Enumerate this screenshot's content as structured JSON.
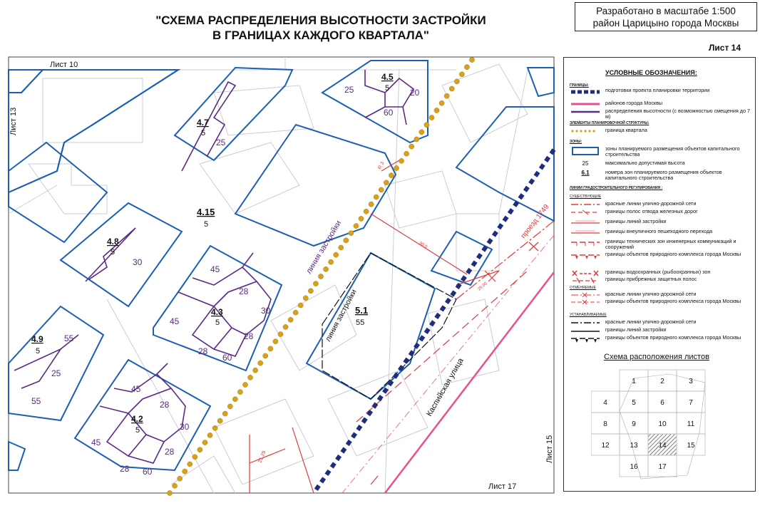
{
  "header": {
    "title_line1": "\"СХЕМА РАСПРЕДЕЛЕНИЯ ВЫСОТНОСТИ ЗАСТРОЙКИ",
    "title_line2": "В ГРАНИЦАХ КАЖДОГО КВАРТАЛА\"",
    "stamp_line1": "Разработано в масштабе 1:500",
    "stamp_line2": "район Царицыно города Москвы",
    "sheet": "Лист 14"
  },
  "map": {
    "adjacent_sheets": {
      "top": "Лист 10",
      "left": "Лист 13",
      "right": "Лист 15",
      "bottom": "Лист 17"
    },
    "blocks": [
      {
        "id": "4.5",
        "code": "5",
        "heights": [
          "25",
          "20",
          "60"
        ]
      },
      {
        "id": "4.7",
        "code": "5",
        "heights": [
          "25"
        ]
      },
      {
        "id": "4.15",
        "code": "5",
        "heights": []
      },
      {
        "id": "4.8",
        "code": "5",
        "heights": [
          "30"
        ]
      },
      {
        "id": "4.3",
        "code": "5",
        "heights": [
          "45",
          "28",
          "30",
          "45",
          "28",
          "28",
          "60"
        ]
      },
      {
        "id": "4.9",
        "code": "5",
        "heights": [
          "55",
          "25",
          "55"
        ]
      },
      {
        "id": "4.2",
        "code": "5",
        "heights": [
          "45",
          "28",
          "30",
          "45",
          "28",
          "28",
          "60"
        ]
      },
      {
        "id": "5.1",
        "code": "55",
        "heights": []
      }
    ],
    "line_labels": {
      "zastroyka_1": "линия застройки",
      "zastroyka_2": "линия застройки",
      "street": "Каспийская улица",
      "proezd": "проезд 1749",
      "dim_90": "90,0",
      "dim_r": "R 3",
      "dim_small": "25,00",
      "dim_bottom": "21,29"
    }
  },
  "legend": {
    "title": "УСЛОВНЫЕ ОБОЗНАЧЕНИЯ:",
    "sections": {
      "borders": "ГРАНИЦЫ:",
      "elements": "ЭЛЕМЕНТЫ ПЛАНИРОВОЧНОЙ СТРУКТУРЫ:",
      "zones": "ЗОНЫ:",
      "lines": "ЛИНИИ ГРАДОСТРОИТЕЛЬНОГО РЕГУЛИРОВАНИЯ :",
      "existing": "СУЩЕСТВУЮЩИЕ",
      "cancelled": "ОТМЕНЯЕМЫЕ",
      "established": "УСТАНАВЛИВАЕМЫЕ"
    },
    "items": {
      "b1": "подготовки проекта планировки территории",
      "b2": "районов города Москвы",
      "b3": "распределения высотности (с возможностью смещения до 7 м)",
      "e1": "граница квартала",
      "z1": "зоны планируемого размещения объектов капитального строительства",
      "z2_num": "25",
      "z2": "максимально допустимая высота",
      "z3_num": "6.1",
      "z3": "номера зон планируемого размещения объектов капитального строительства",
      "l1": "красные линии улично-дорожной сети",
      "l2": "границы полос отвода железных дорог",
      "l3": "границы линий застройки",
      "l4": "границы внеуличного пешеходного перехода",
      "l5": "границы технических зон инженерных коммуникаций и сооружений",
      "l6": "границы объектов природного комплекса города Москвы",
      "l7": "границы водоохранных (рыбоохранных) зон",
      "l8": "границы прибрежных защитных полос",
      "c1": "красные линии улично-дорожной сети",
      "c2": "границы объектов природного комплекса города Москвы",
      "s1": "красные линии улично-дорожной сети",
      "s2": "границы линий застройки",
      "s3": "границы объектов природного комплекса города Москвы"
    },
    "scheme_title": "Схема расположения листов",
    "scheme_cells": [
      "1",
      "2",
      "3",
      "4",
      "5",
      "6",
      "7",
      "8",
      "9",
      "10",
      "11",
      "12",
      "13",
      "14",
      "15",
      "16",
      "17"
    ],
    "current_sheet": "14"
  },
  "colors": {
    "zone_blue": "#1a5fb4",
    "height_purple": "#5b2a86",
    "kvartal_dot": "#d6a21e",
    "red_line": "#e03a3a",
    "navy_dash": "#1f2d7a",
    "pink_border": "#e8508f",
    "bg_line": "#c9cdd3"
  }
}
